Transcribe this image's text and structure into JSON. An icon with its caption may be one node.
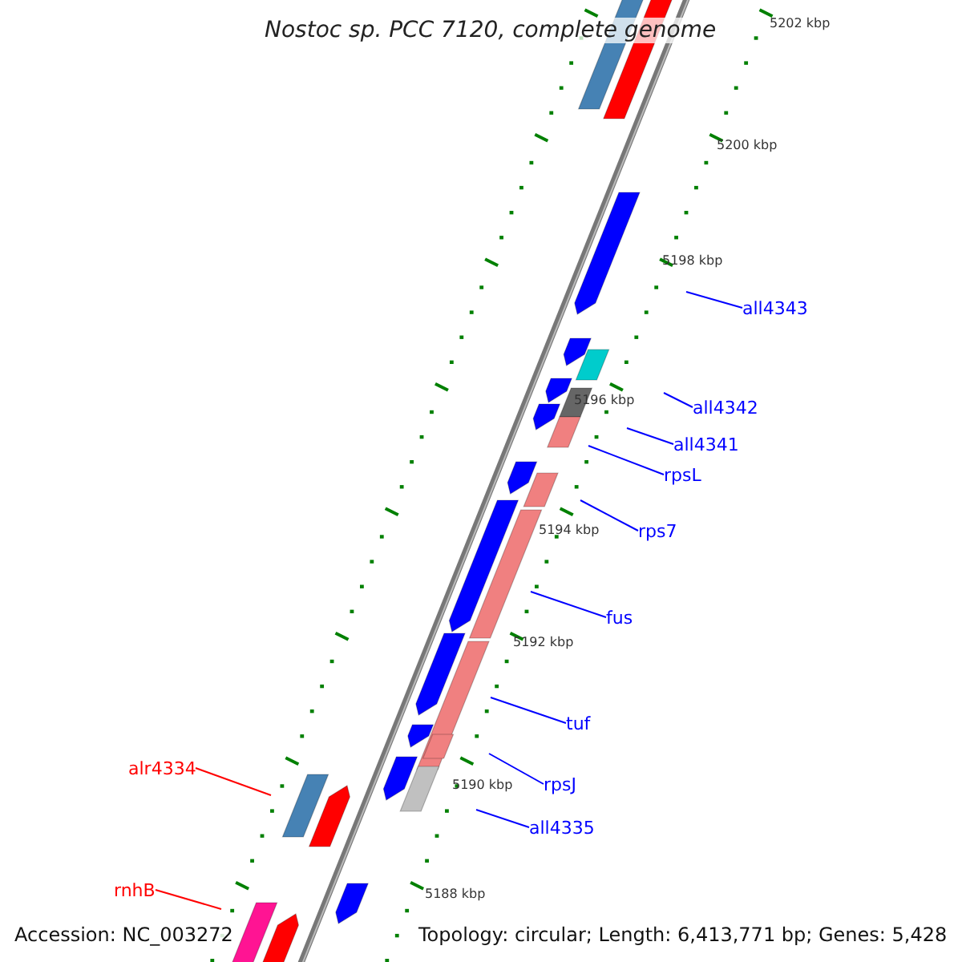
{
  "diagram": {
    "title": "Nostoc sp. PCC 7120, complete genome",
    "nodes": [
      {
        "text": [
          "all4343"
        ]
      },
      {
        "text": [
          "all4342"
        ]
      },
      {
        "text": [
          "all4341"
        ]
      },
      {
        "text": [
          "rpsL"
        ]
      },
      {
        "text": [
          "rps7"
        ]
      },
      {
        "text": [
          "fus"
        ]
      },
      {
        "text": [
          "tuf"
        ]
      },
      {
        "text": [
          "rpsJ"
        ]
      },
      {
        "text": [
          "all4335"
        ]
      },
      {
        "text": [
          "alr4334"
        ]
      },
      {
        "text": [
          "rnhB"
        ]
      }
    ],
    "edges": [
      {
        "from": 0,
        "to": null,
        "arrow": "none"
      },
      {
        "from": 1,
        "to": null,
        "arrow": "none"
      },
      {
        "from": 2,
        "to": null,
        "arrow": "none"
      },
      {
        "from": 3,
        "to": null,
        "arrow": "none"
      },
      {
        "from": 4,
        "to": null,
        "arrow": "none"
      },
      {
        "from": 5,
        "to": null,
        "arrow": "none"
      },
      {
        "from": 6,
        "to": null,
        "arrow": "none"
      },
      {
        "from": 7,
        "to": null,
        "arrow": "none"
      },
      {
        "from": 8,
        "to": null,
        "arrow": "none"
      },
      {
        "from": 9,
        "to": null,
        "arrow": "none",
        "color": "#ff0000"
      },
      {
        "from": 10,
        "to": null,
        "arrow": "none",
        "color": "#ff0000"
      }
    ],
    "labels": [
      "5202 kbp",
      "5200 kbp",
      "5198 kbp",
      "5196 kbp",
      "5194 kbp",
      "5192 kbp",
      "5190 kbp",
      "5188 kbp",
      "Accession: NC_003272",
      "Topology: circular; Length: 6,413,771 bp; Genes: 5,428"
    ]
  }
}
